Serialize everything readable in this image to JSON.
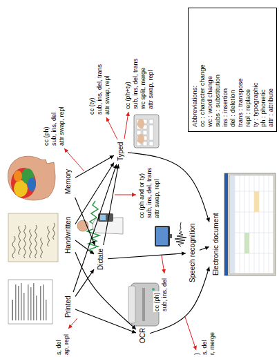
{
  "diagram": {
    "nodes": [
      {
        "text": [
          "Printed"
        ]
      },
      {
        "text": [
          "Handwritten"
        ]
      },
      {
        "text": [
          "Memory"
        ]
      },
      {
        "text": [
          "OCR"
        ]
      },
      {
        "text": [
          "Dictate"
        ]
      },
      {
        "text": [
          "Typed"
        ]
      },
      {
        "text": [
          "Speech recognition"
        ]
      },
      {
        "text": [
          "Electronic document"
        ]
      },
      {
        "text": [
          "Abbreviations:",
          "cc : character change",
          "wc : word change",
          "subs : substitution",
          "ins : insertion",
          "del : deletion",
          "trans : transpose",
          "repl : replace",
          "ty : typographic",
          "ph : phonetic",
          "attr : attribute"
        ]
      }
    ],
    "edges": [
      {
        "from": 0,
        "to": 3,
        "arrow": "to"
      },
      {
        "from": 0,
        "to": 4,
        "arrow": "to"
      },
      {
        "from": 0,
        "to": 5,
        "arrow": "to"
      },
      {
        "from": 1,
        "to": 3,
        "arrow": "to"
      },
      {
        "from": 1,
        "to": 4,
        "arrow": "to"
      },
      {
        "from": 1,
        "to": 5,
        "arrow": "to"
      },
      {
        "from": 2,
        "to": 4,
        "arrow": "to"
      },
      {
        "from": 2,
        "to": 5,
        "arrow": "to"
      },
      {
        "from": 4,
        "to": 5,
        "arrow": "to"
      },
      {
        "from": 4,
        "to": 6,
        "arrow": "to"
      },
      {
        "from": 3,
        "to": 7,
        "arrow": "to"
      },
      {
        "from": 6,
        "to": 7,
        "arrow": "to"
      },
      {
        "from": 5,
        "to": 7,
        "arrow": "to"
      }
    ],
    "labels": [
      "cc (ph)",
      "sub, ins, del",
      "attr swap, repl",
      "cc (ty)",
      "sub, ins, del, trans",
      "attr swap, repl",
      "cc (ph+ty)",
      "sub, ins, del, trans",
      "wc split, merge",
      "attr swap, repl",
      "cc (ph and or ty)",
      "sub, ins, del, trans",
      "attr swap, repl",
      "cc (ph)",
      "sub, ins, del",
      "s, del",
      "ap, repl",
      ")",
      "s, del",
      "r, merge"
    ]
  }
}
